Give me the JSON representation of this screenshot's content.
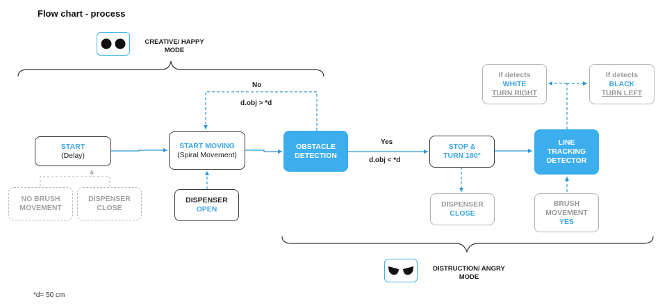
{
  "title": "Flow chart - process",
  "note": "*d= 50 cm",
  "modes": {
    "happy": {
      "line1": "CREATIVE/ HAPPY",
      "line2": "MODE",
      "icon": "happy-eyes-icon"
    },
    "angry": {
      "line1": "DISTRUCTION/ ANGRY",
      "line2": "MODE",
      "icon": "angry-eyes-icon"
    }
  },
  "nodes": {
    "start": {
      "line1": "START",
      "line2": "(Delay)"
    },
    "no_brush": {
      "line1": "NO BRUSH",
      "line2": "MOVEMENT"
    },
    "disp_close_1": {
      "line1": "DISPENSER",
      "line2": "CLOSE"
    },
    "start_moving": {
      "line1": "START MOVING",
      "line2": "(Spiral Movement)"
    },
    "disp_open": {
      "line1": "DISPENSER",
      "line2": "OPEN"
    },
    "obstacle": {
      "line1": "OBSTACLE",
      "line2": "DETECTION"
    },
    "stop_turn": {
      "line1": "STOP &",
      "line2": "TURN 180°"
    },
    "disp_close_2": {
      "line1": "DISPENSER",
      "line2": "CLOSE"
    },
    "line_tracking": {
      "line1": "LINE",
      "line2": "TRACKING",
      "line3": "DETECTOR"
    },
    "brush_yes": {
      "line1": "BRUSH",
      "line2": "MOVEMENT",
      "line3": "YES"
    },
    "white": {
      "line1": "If detects",
      "line2": "WHITE",
      "line3": "TURN RIGHT"
    },
    "black": {
      "line1": "If detects",
      "line2": "BLACK",
      "line3": "TURN LEFT"
    }
  },
  "edges": {
    "no_label": "No",
    "no_cond": "d.obj > *d",
    "yes_label": "Yes",
    "yes_cond": "d.obj < *d"
  },
  "colors": {
    "accent": "#3daeed",
    "accent_text": "#3da6e6",
    "line": "#2f96d8",
    "faded": "#b3b3b3"
  }
}
